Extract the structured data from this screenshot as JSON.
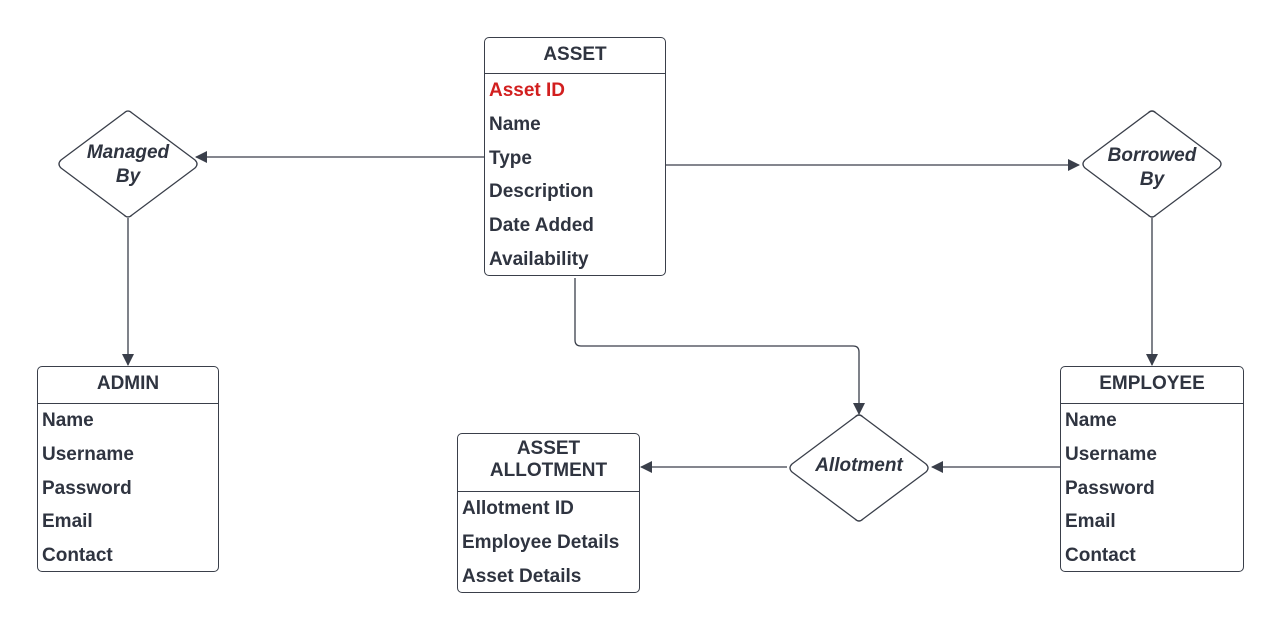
{
  "colors": {
    "line": "#3a3f4a",
    "text": "#2f3440",
    "primary_key": "#d21f1f",
    "background": "#ffffff"
  },
  "entities": {
    "asset": {
      "title": [
        "ASSET"
      ],
      "attributes": [
        "Asset ID",
        "Name",
        "Type",
        "Description",
        "Date Added",
        "Availability"
      ],
      "primary_key": "Asset ID"
    },
    "admin": {
      "title": [
        "ADMIN"
      ],
      "attributes": [
        "Name",
        "Username",
        "Password",
        "Email",
        "Contact"
      ]
    },
    "employee": {
      "title": [
        "EMPLOYEE"
      ],
      "attributes": [
        "Name",
        "Username",
        "Password",
        "Email",
        "Contact"
      ]
    },
    "asset_allotment": {
      "title": [
        "ASSET",
        "ALLOTMENT"
      ],
      "attributes": [
        "Allotment ID",
        "Employee Details",
        "Asset Details"
      ]
    }
  },
  "relationships": {
    "managed_by": {
      "label": [
        "Managed",
        "By"
      ]
    },
    "borrowed_by": {
      "label": [
        "Borrowed",
        "By"
      ]
    },
    "allotment": {
      "label": [
        "Allotment"
      ]
    }
  }
}
